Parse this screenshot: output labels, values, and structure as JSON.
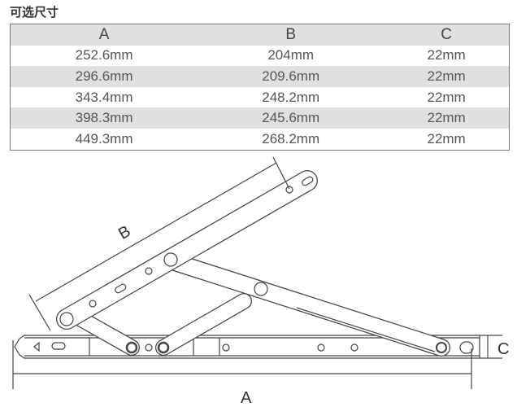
{
  "title": "可选尺寸",
  "table": {
    "headers": [
      "A",
      "B",
      "C"
    ],
    "rows": [
      [
        "252.6mm",
        "204mm",
        "22mm"
      ],
      [
        "296.6mm",
        "209.6mm",
        "22mm"
      ],
      [
        "343.4mm",
        "248.2mm",
        "22mm"
      ],
      [
        "398.3mm",
        "245.6mm",
        "22mm"
      ],
      [
        "449.3mm",
        "268.2mm",
        "22mm"
      ]
    ]
  },
  "diagram": {
    "label_a": "A",
    "label_b": "B",
    "label_c": "C"
  }
}
